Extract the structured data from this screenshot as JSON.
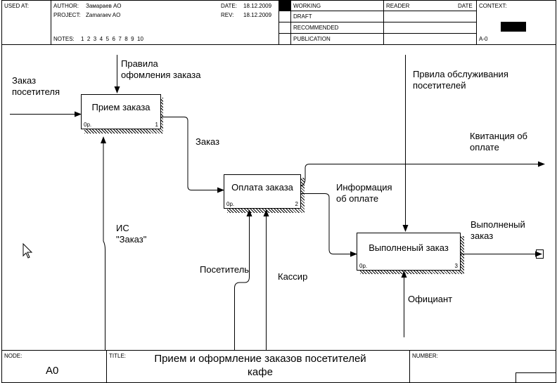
{
  "header": {
    "used_at": "USED AT:",
    "author_label": "AUTHOR:",
    "author": "Замараев АО",
    "project_label": "PROJECT:",
    "project": "Zamaraev AO",
    "date_label": "DATE:",
    "date": "18.12.2009",
    "rev_label": "REV:",
    "rev": "18.12.2009",
    "notes_label": "NOTES:",
    "notes": "1  2  3  4  5  6  7  8  9  10",
    "status": [
      "WORKING",
      "DRAFT",
      "RECOMMENDED",
      "PUBLICATION"
    ],
    "reader": "READER",
    "date2": "DATE",
    "context": "CONTEXT:",
    "context_node": "A-0"
  },
  "boxes": [
    {
      "name": "Прием заказа",
      "cost": "0р.",
      "num": "1"
    },
    {
      "name": "Оплата заказа",
      "cost": "0р.",
      "num": "2"
    },
    {
      "name": "Выполненый заказ",
      "cost": "0р.",
      "num": "3"
    }
  ],
  "arrows": {
    "zakaz_posetitelya": "Заказ\nпосетителя",
    "pravila": "Правила\nофомления  заказа",
    "zakaz": "Заказ",
    "is_zakaz": "ИС\n\"Заказ\"",
    "posetitel": "Поcетитель",
    "kassir": "Кассир",
    "info": "Информация\nоб оплате",
    "kvitancia": "Квитанция об\nоплате",
    "pravila_obsl": "Првила обслуживания\nпосетителей",
    "vypolneny": "Выполненый\nзаказ",
    "oficiant": "Официант"
  },
  "footer": {
    "node_label": "NODE:",
    "node": "A0",
    "title_label": "TITLE:",
    "title": "Прием и оформление  заказов посетителей\nкафе",
    "number_label": "NUMBER:"
  }
}
